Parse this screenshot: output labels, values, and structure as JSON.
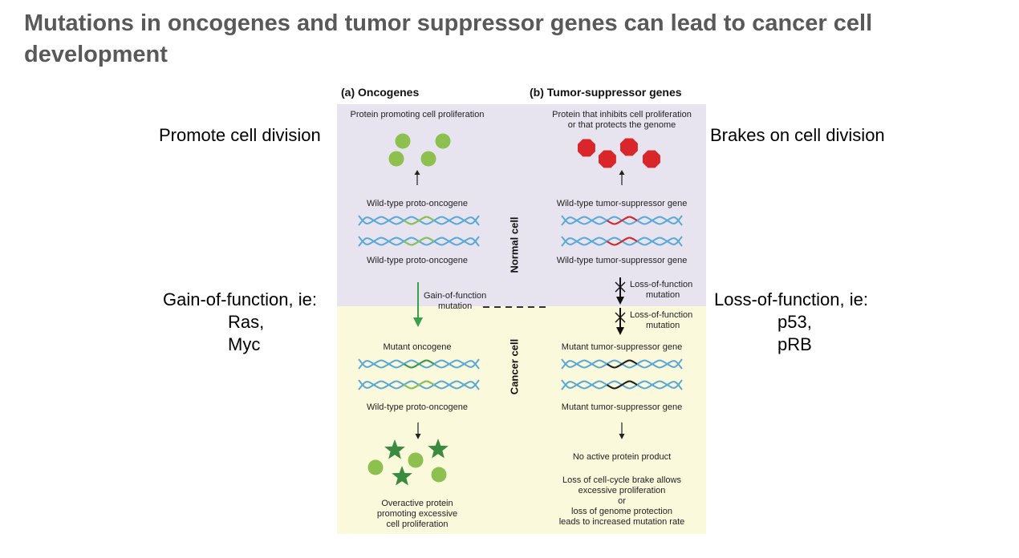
{
  "slide": {
    "title": "Mutations in oncogenes and tumor suppressor genes can lead to cancer cell development"
  },
  "left_annotations": {
    "promote": "Promote cell division",
    "gain_line1": "Gain-of-function, ie:",
    "gain_line2": "Ras,",
    "gain_line3": "Myc"
  },
  "right_annotations": {
    "brakes": "Brakes on cell division",
    "loss_line1": "Loss-of-function, ie:",
    "loss_line2": "p53,",
    "loss_line3": "pRB"
  },
  "figure": {
    "colors": {
      "normal_bg": "#e7e4ef",
      "cancer_bg": "#fbf9dc",
      "green_protein": "#8dc04e",
      "dark_green_star": "#3a8a3f",
      "red_protein": "#d9262b",
      "dna_blue": "#5aa9d6",
      "mutation_green": "#3f9a4a",
      "mutation_red": "#d9262b",
      "mutation_black": "#222222",
      "arrow_green": "#3aa04a"
    },
    "panel_a": {
      "heading": "(a) Oncogenes",
      "protein_label": "Protein promoting cell proliferation",
      "wt_top": "Wild-type proto-oncogene",
      "wt_bottom": "Wild-type proto-oncogene",
      "mutation_line1": "Gain-of-function",
      "mutation_line2": "mutation",
      "mutant_top": "Mutant oncogene",
      "mutant_bottom": "Wild-type proto-oncogene",
      "overactive_line1": "Overactive protein",
      "overactive_line2": "promoting excessive",
      "overactive_line3": "cell proliferation"
    },
    "panel_b": {
      "heading": "(b) Tumor-suppressor genes",
      "protein_line1": "Protein that inhibits cell proliferation",
      "protein_line2": "or that protects the genome",
      "wt_top": "Wild-type tumor-suppressor gene",
      "wt_bottom": "Wild-type tumor-suppressor gene",
      "loss1_line1": "Loss-of-function",
      "loss1_line2": "mutation",
      "loss2_line1": "Loss-of-function",
      "loss2_line2": "mutation",
      "mutant_top": "Mutant tumor-suppressor gene",
      "mutant_bottom": "Mutant tumor-suppressor gene",
      "no_product": "No active protein product",
      "consequence_line1": "Loss of cell-cycle brake allows",
      "consequence_line2": "excessive proliferation",
      "consequence_line3": "or",
      "consequence_line4": "loss of genome protection",
      "consequence_line5": "leads to increased mutation rate"
    },
    "normal_cell_label": "Normal cell",
    "cancer_cell_label": "Cancer cell"
  }
}
